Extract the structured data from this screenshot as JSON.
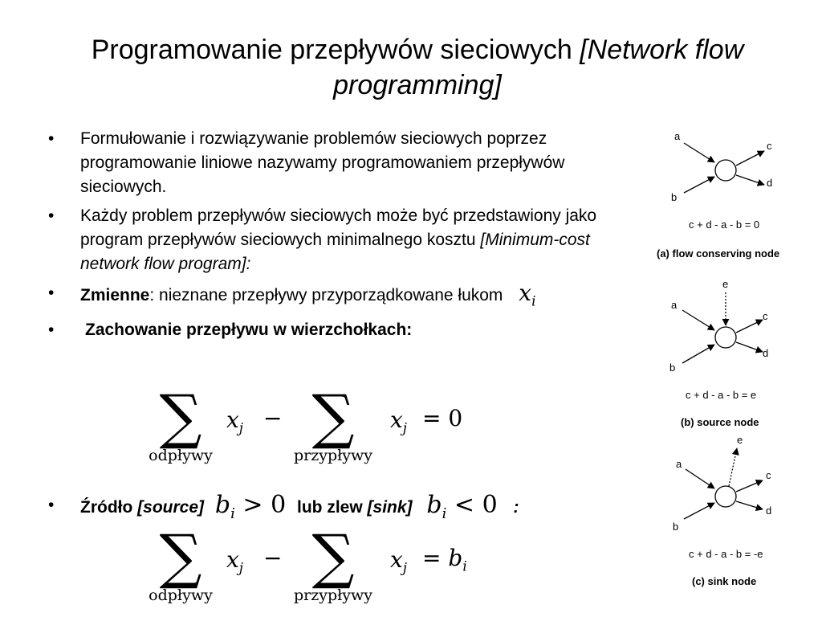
{
  "slide": {
    "title_main": "Programowanie przepływów sieciowych ",
    "title_italic": "[Network flow programming]"
  },
  "bullets": {
    "b1": "Formułowanie i rozwiązywanie problemów sieciowych poprzez programowanie liniowe nazywamy programowaniem przepływów sieciowych.",
    "b2_text": "Każdy problem przepływów sieciowych może być przedstawiony jako program przepływów sieciowych minimalnego kosztu ",
    "b2_italic": "[Minimum-cost network flow program]:",
    "b3_bold": "Zmienne",
    "b3_text": ": nieznane przepływy przyporządkowane łukom",
    "b3_var": "x",
    "b3_sub": "i",
    "b4_bold": "Zachowanie przepływu w wierzchołkach:",
    "b5_bold1": "Źródło ",
    "b5_italic1": "[source]",
    "b5_bold2": "lub zlew ",
    "b5_italic2": "[sink]",
    "b5_colon": ":"
  },
  "formulas": {
    "sum_symbol": "∑",
    "out_label": "odpływy",
    "in_label": "przypływy",
    "var": "x",
    "var_sub": "j",
    "minus": "−",
    "eq1_rhs": "= 0",
    "eq2_rhs_b": "b",
    "eq2_rhs_sub": "i",
    "eq_sign": "=",
    "source_cond_b": "b",
    "source_cond_sub": "i",
    "source_cond_rel": "> 0",
    "sink_cond_b": "b",
    "sink_cond_sub": "i",
    "sink_cond_rel": "< 0"
  },
  "diagrams": {
    "a": {
      "labels": {
        "a": "a",
        "b": "b",
        "c": "c",
        "d": "d"
      },
      "equation": "c + d - a - b = 0",
      "caption": "(a) flow conserving node"
    },
    "b": {
      "labels": {
        "a": "a",
        "b": "b",
        "c": "c",
        "d": "d",
        "e": "e"
      },
      "equation": "c + d - a - b = e",
      "caption": "(b) source node"
    },
    "c": {
      "labels": {
        "a": "a",
        "b": "b",
        "c": "c",
        "d": "d",
        "e": "e"
      },
      "equation": "c + d - a - b = -e",
      "caption": "(c) sink node"
    }
  }
}
